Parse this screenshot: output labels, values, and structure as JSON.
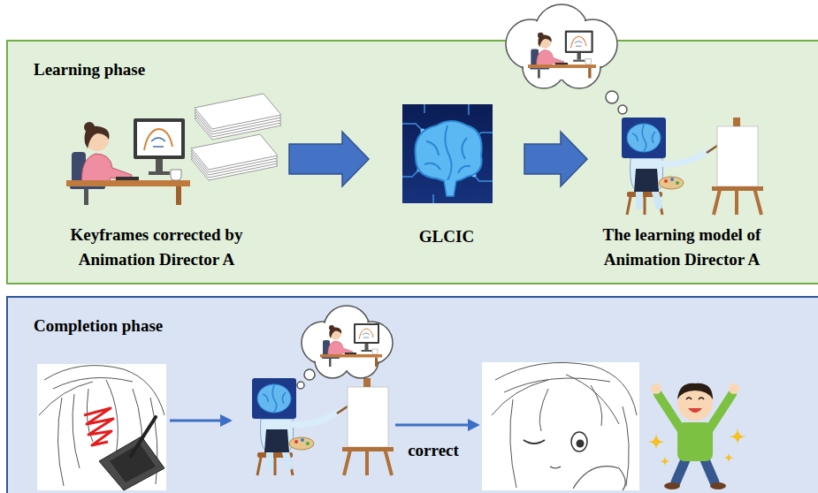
{
  "diagram": {
    "nodes": [
      {
        "text": [
          "Learning phase"
        ]
      },
      {
        "text": [
          "Keyframes corrected by Animation Director A"
        ],
        "in": 0
      },
      {
        "text": [
          "GLCIC"
        ],
        "in": 0
      },
      {
        "text": [
          "The learning model of Animation Director A"
        ],
        "in": 0
      },
      {
        "text": [
          "Completion phase"
        ]
      }
    ],
    "edges": [
      {
        "from": 1,
        "to": 2,
        "arrow": "to"
      },
      {
        "from": 2,
        "to": 3,
        "arrow": "to"
      }
    ],
    "labels": [
      "correct"
    ]
  }
}
